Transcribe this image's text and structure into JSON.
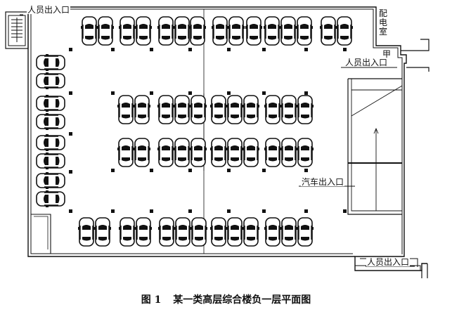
{
  "labels": {
    "stair_exit_topleft": "人员出入口",
    "substation": "配电室",
    "door_a": "甲",
    "stair_exit_right": "人员出入口",
    "car_entrance": "汽车出入口",
    "stair_exit_bottom": "人员出入口"
  },
  "caption": {
    "figure_no": "图 1",
    "title": "某一类高层综合楼负一层平面图"
  }
}
